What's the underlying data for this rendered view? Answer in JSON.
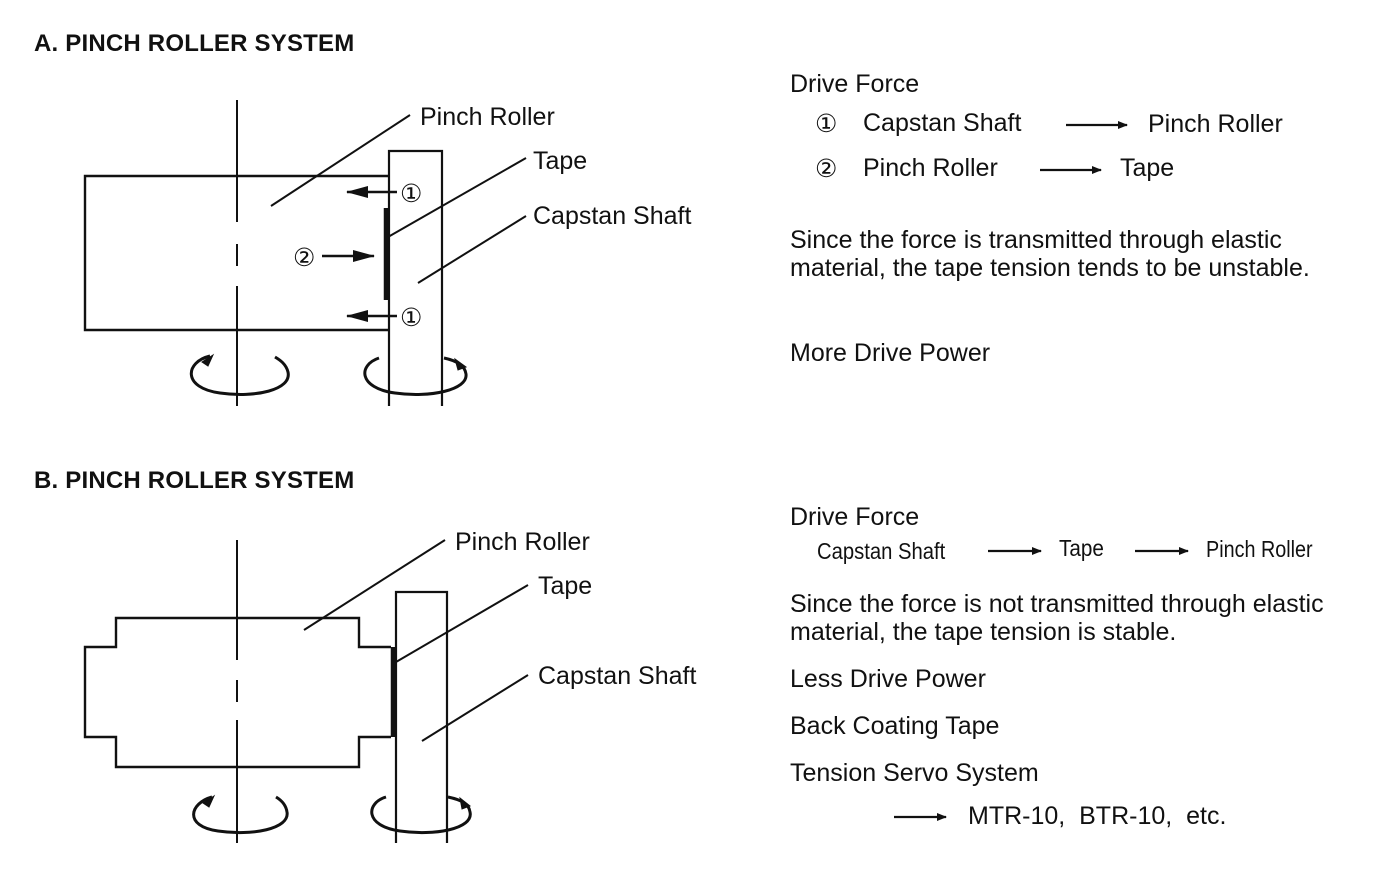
{
  "section_a": {
    "title": "A. PINCH ROLLER SYSTEM",
    "diagram_labels": {
      "pinch_roller": "Pinch Roller",
      "tape": "Tape",
      "capstan_shaft": "Capstan Shaft",
      "marker_1": "①",
      "marker_2": "②"
    },
    "description": {
      "drive_force_heading": "Drive Force",
      "flows": [
        {
          "marker": "①",
          "from": "Capstan Shaft",
          "to": "Pinch Roller"
        },
        {
          "marker": "②",
          "from": "Pinch Roller",
          "to": "Tape"
        }
      ],
      "paragraph": "Since the force is transmitted through elastic material, the tape tension tends to be unstable.",
      "power_note": "More Drive Power"
    }
  },
  "section_b": {
    "title": "B. PINCH ROLLER SYSTEM",
    "diagram_labels": {
      "pinch_roller": "Pinch Roller",
      "tape": "Tape",
      "capstan_shaft": "Capstan Shaft"
    },
    "description": {
      "drive_force_heading": "Drive Force",
      "flow": [
        "Capstan Shaft",
        "Tape",
        "Pinch Roller"
      ],
      "paragraph": "Since the force is not transmitted through elastic material, the tape tension is stable.",
      "power_note": "Less Drive Power",
      "tape_note": "Back Coating Tape",
      "servo_note": "Tension Servo System",
      "examples": "MTR-10,  BTR-10,  etc."
    }
  },
  "colors": {
    "ink": "#111111",
    "background": "#ffffff"
  }
}
